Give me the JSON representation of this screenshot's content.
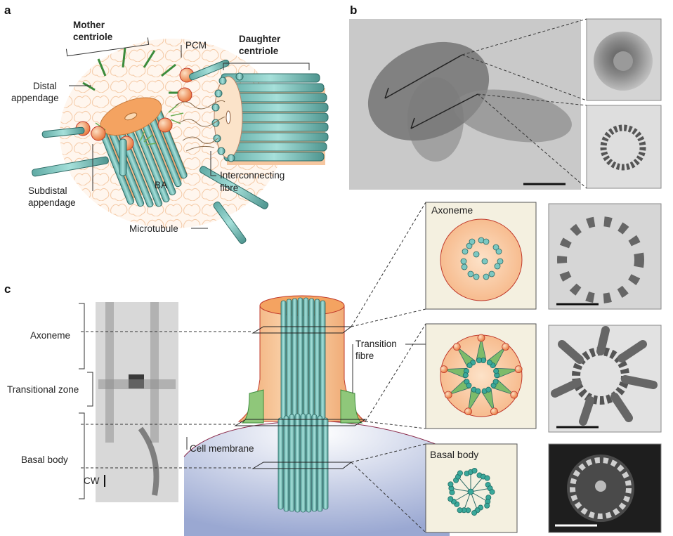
{
  "panels": {
    "a": "a",
    "b": "b",
    "c": "c"
  },
  "panel_a": {
    "mother_centriole": [
      "Mother",
      "centriole"
    ],
    "daughter_centriole": [
      "Daughter",
      "centriole"
    ],
    "pcm": "PCM",
    "distal_appendage": [
      "Distal",
      "appendage"
    ],
    "subdistal_appendage": [
      "Subdistal",
      "appendage"
    ],
    "interconnecting_fibre": [
      "Interconnecting",
      "fibre"
    ],
    "microtubule": "Microtubule",
    "ba": "BA"
  },
  "panel_c": {
    "axoneme": "Axoneme",
    "transitional_zone": "Transitional zone",
    "basal_body": "Basal body",
    "cw": "CW",
    "cell_membrane": "Cell membrane",
    "transition_fibre": [
      "Transition",
      "fibre"
    ]
  },
  "boxes": {
    "axoneme_title": "Axoneme",
    "basal_body_title": "Basal body"
  },
  "colors": {
    "microtubule": "#7cc8c2",
    "microtubule_stroke": "#2e6b66",
    "peach": "#f6c7a0",
    "orange": "#f4a361",
    "red_ring": "#c0392b",
    "green": "#6cae55",
    "membrane": "#a9b5d6",
    "box_bg": "#f4f0e0"
  }
}
